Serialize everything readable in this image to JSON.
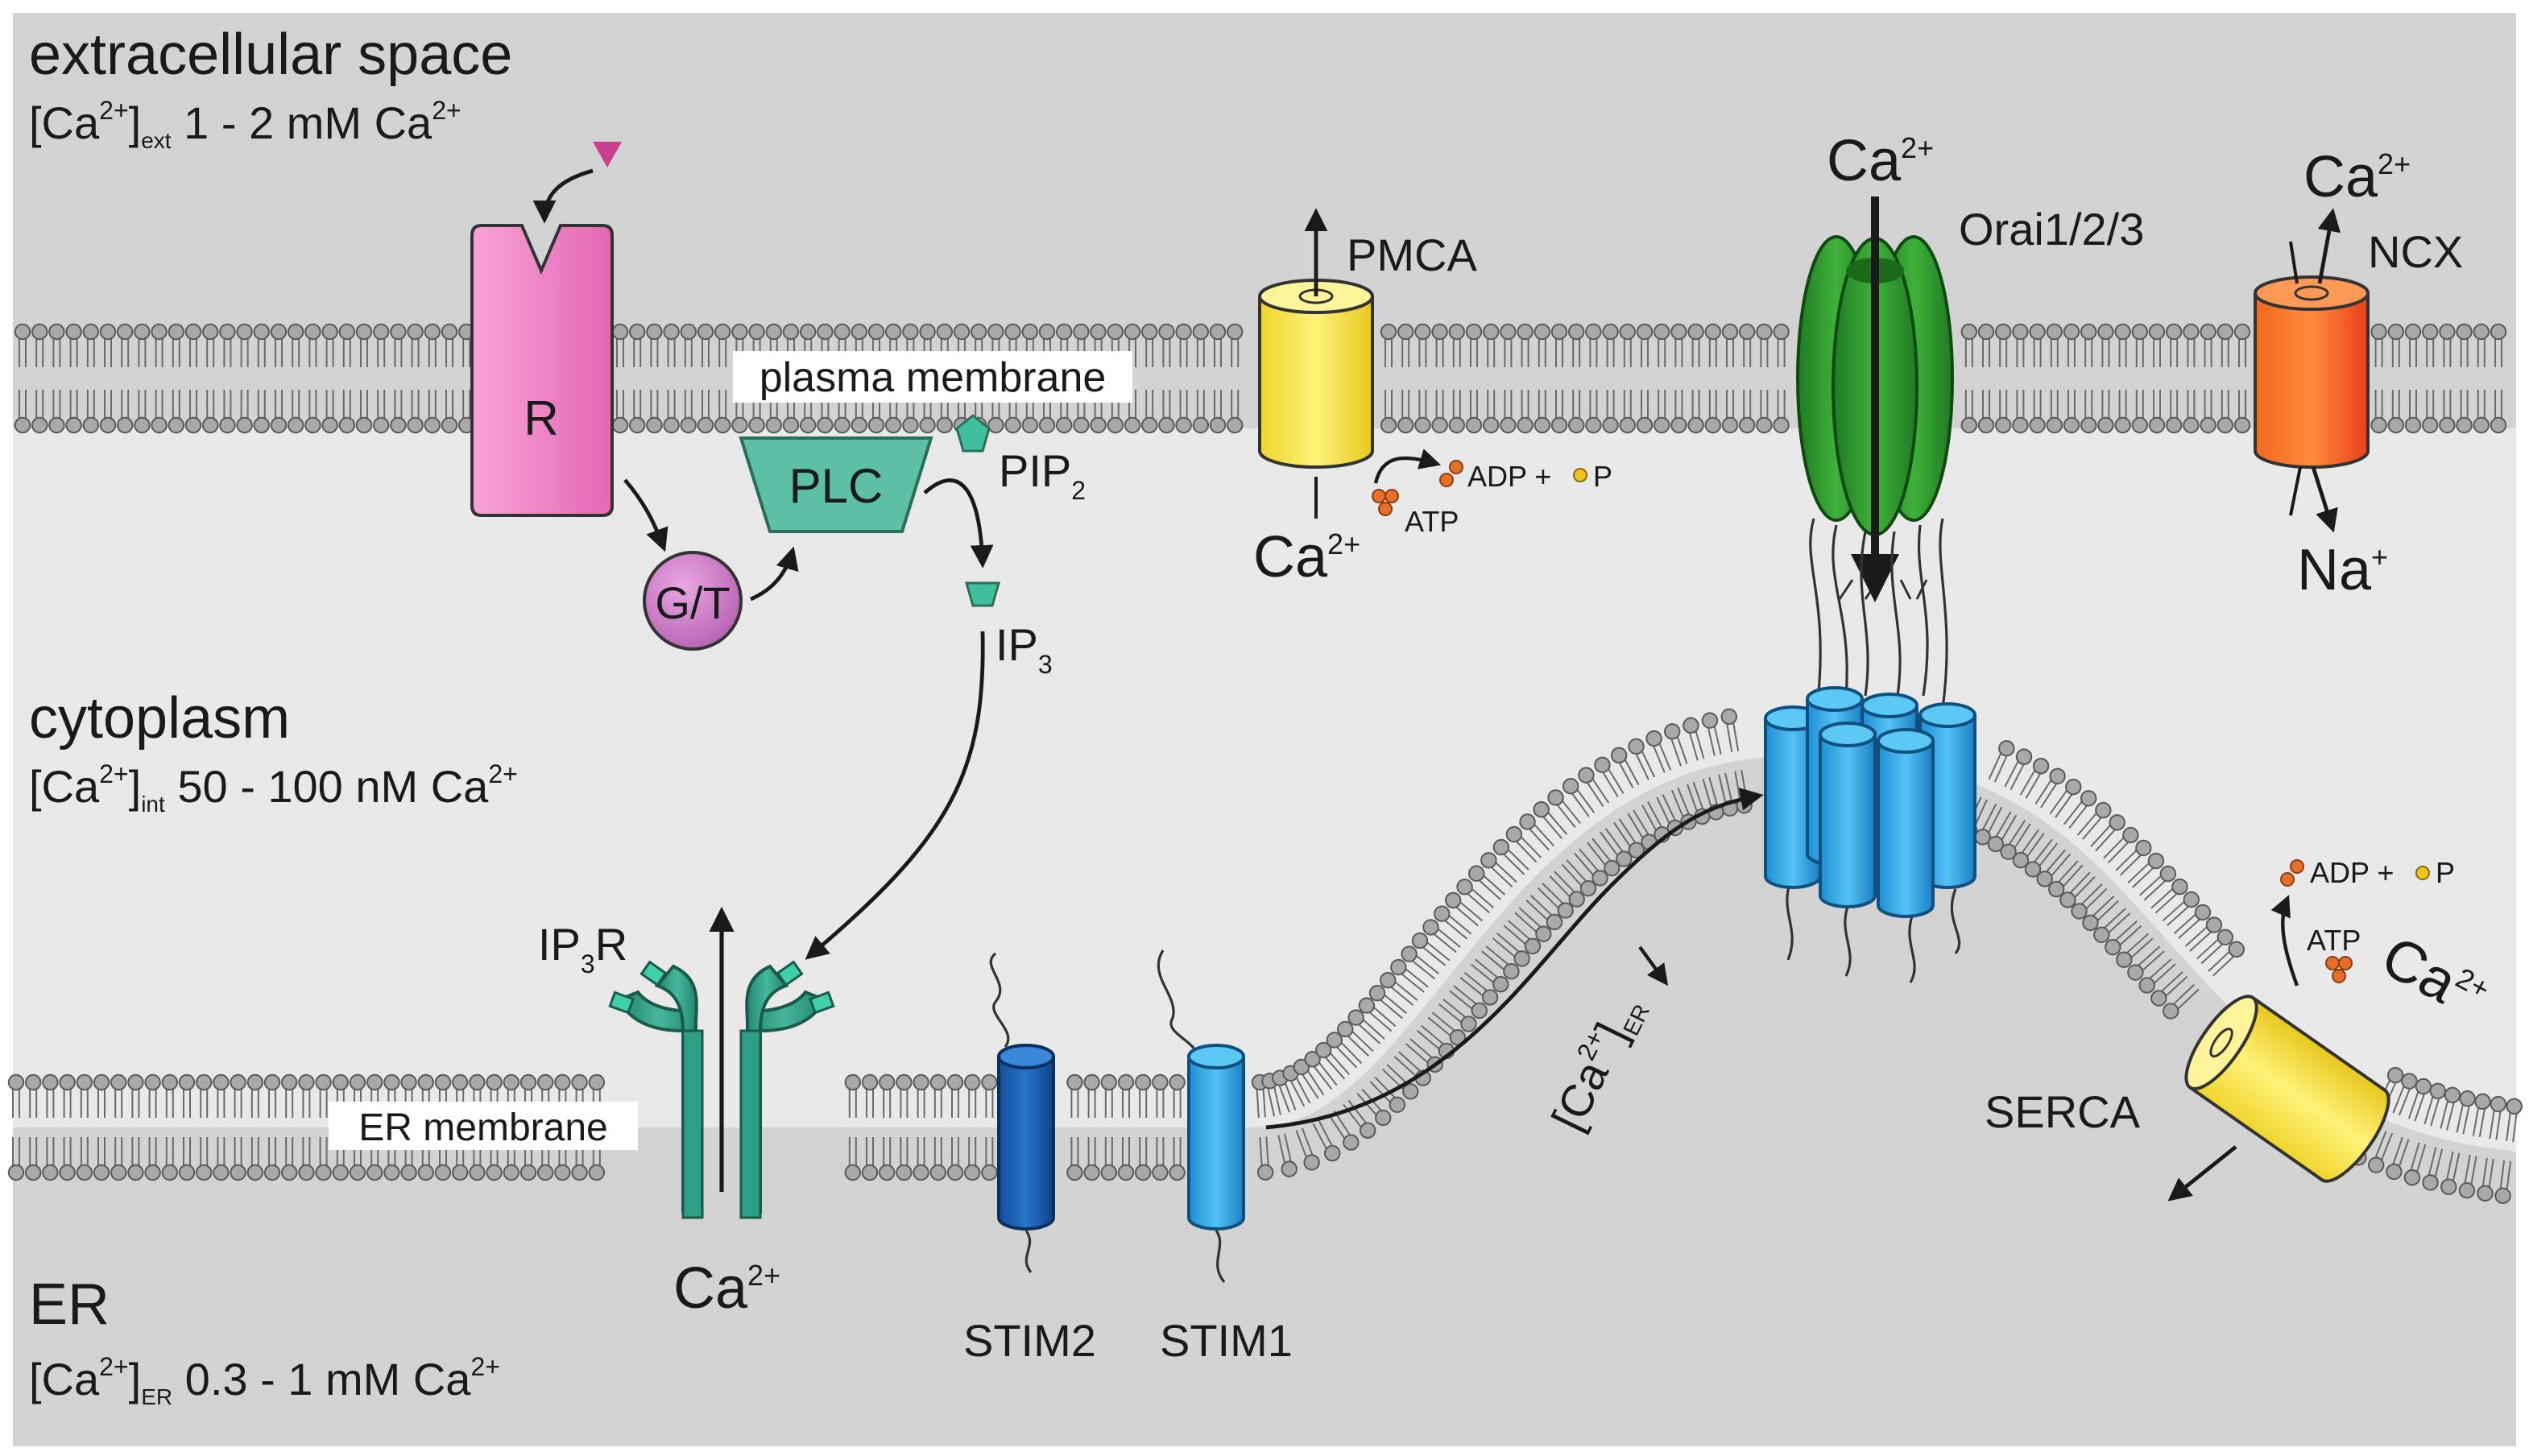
{
  "regions": {
    "extracellular": {
      "title": "extracellular space",
      "conc_open": "[Ca",
      "conc_sup": "2+",
      "conc_close": "]",
      "conc_sub": "ext",
      "conc_value": " 1 - 2 mM Ca",
      "conc_value_sup": "2+"
    },
    "cytoplasm": {
      "title": "cytoplasm",
      "conc_open": "[Ca",
      "conc_sup": "2+",
      "conc_close": "]",
      "conc_sub": "int",
      "conc_value": " 50 - 100 nM Ca",
      "conc_value_sup": "2+"
    },
    "er": {
      "title": "ER",
      "conc_open": "[Ca",
      "conc_sup": "2+",
      "conc_close": "]",
      "conc_sub": "ER",
      "conc_value": " 0.3 - 1 mM Ca",
      "conc_value_sup": "2+"
    }
  },
  "membranes": {
    "plasma": "plasma membrane",
    "er": "ER membrane"
  },
  "signaling": {
    "receptor": "R",
    "g_protein": "G/T",
    "plc": "PLC",
    "pip2": "PIP",
    "pip2_sub": "2",
    "ip3": "IP",
    "ip3_sub": "3",
    "ip3r": "IP",
    "ip3r_sub": "3",
    "ip3r_suffix": "R"
  },
  "pumps": {
    "pmca": "PMCA",
    "ncx": "NCX",
    "serca": "SERCA",
    "atp": "ATP",
    "adp_p": "ADP + ",
    "p": "P"
  },
  "channels": {
    "orai": "Orai1/2/3",
    "stim1": "STIM1",
    "stim2": "STIM2"
  },
  "ions": {
    "ca": "Ca",
    "ca_sup": "2+",
    "na": "Na",
    "na_sup": "+"
  },
  "er_depletion": {
    "open": "[Ca",
    "sup": "2+",
    "close": "]",
    "sub": "ER"
  },
  "colors": {
    "background_dark": "#d4d4d4",
    "background_light": "#ebebeb",
    "receptor": "#ee82c4",
    "plc": "#5fc0a8",
    "pmca": "#f4e24a",
    "orai": "#2e9a2e",
    "ncx": "#f25a1e",
    "stim": "#2aa1e8",
    "ip3r": "#2e9e86"
  }
}
